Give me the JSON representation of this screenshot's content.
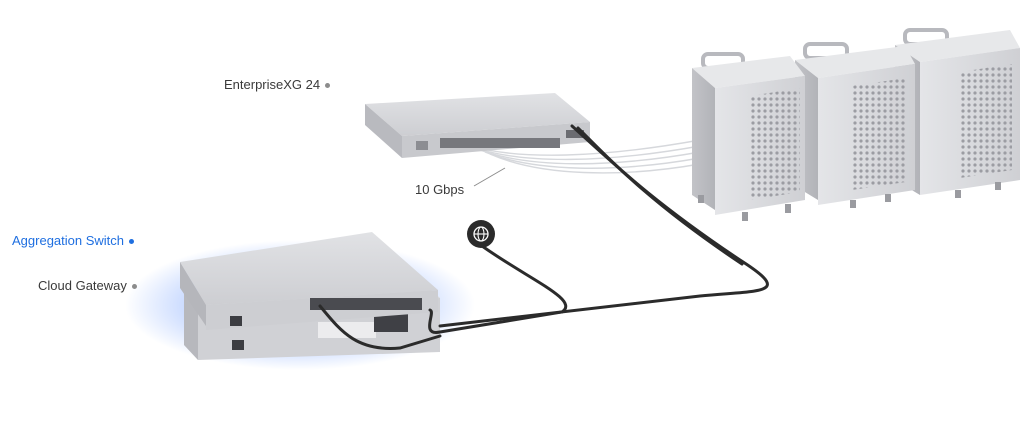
{
  "labels": {
    "enterprise": "EnterpriseXG 24",
    "speed": "10 Gbps",
    "aggregation": "Aggregation Switch",
    "gateway": "Cloud Gateway"
  },
  "colors": {
    "accent": "#1f6fe0",
    "label_text": "#3a3a3a",
    "cable": "#2b2b2b",
    "device_body": "#d3d4d7",
    "glow": "#2f6cff"
  },
  "icons": {
    "internet": "globe-icon"
  }
}
